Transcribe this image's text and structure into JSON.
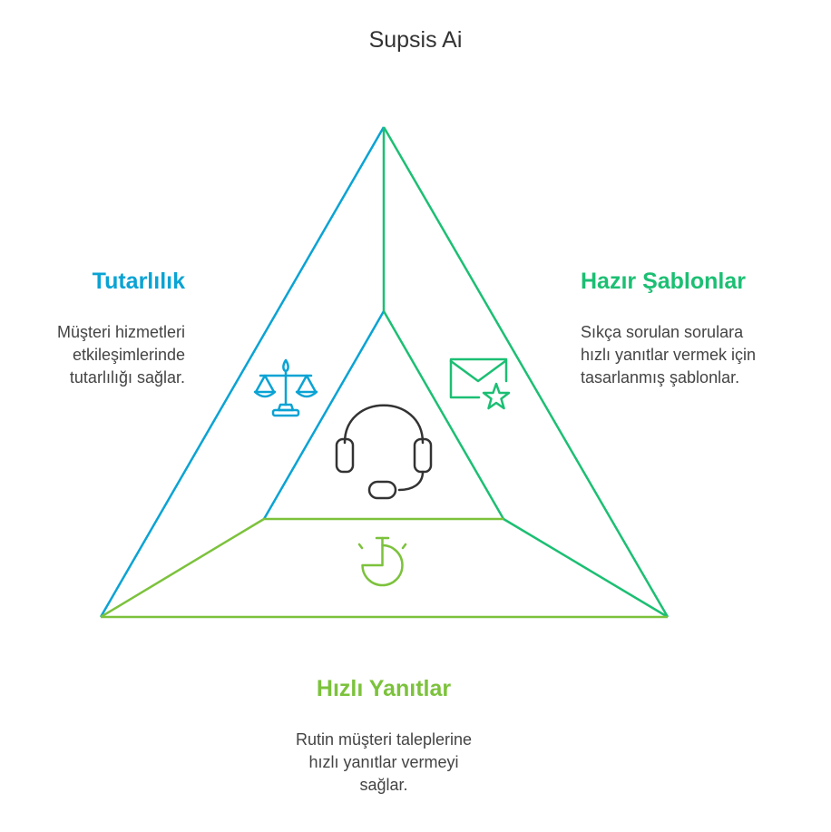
{
  "title": "Supsis Ai",
  "colors": {
    "blue": "#0aa3d4",
    "teal": "#1cbf73",
    "lime": "#7cc23c",
    "icon_dark": "#333333"
  },
  "sections": {
    "tutarlilik": {
      "title": "Tutarlılık",
      "lines": [
        "Müşteri hizmetleri",
        "etkileşimlerinde",
        "tutarlılığı sağlar."
      ],
      "icon": "scales-icon"
    },
    "hazir_sablonlar": {
      "title": "Hazır Şablonlar",
      "lines": [
        "Sıkça sorulan sorulara",
        "hızlı yanıtlar vermek için",
        "tasarlanmış şablonlar."
      ],
      "icon": "envelope-star-icon"
    },
    "hizli_yanitlar": {
      "title": "Hızlı Yanıtlar",
      "lines": [
        "Rutin müşteri taleplerine",
        "hızlı yanıtlar vermeyi",
        "sağlar."
      ],
      "icon": "stopwatch-icon"
    },
    "center": {
      "icon": "headset-icon"
    }
  }
}
